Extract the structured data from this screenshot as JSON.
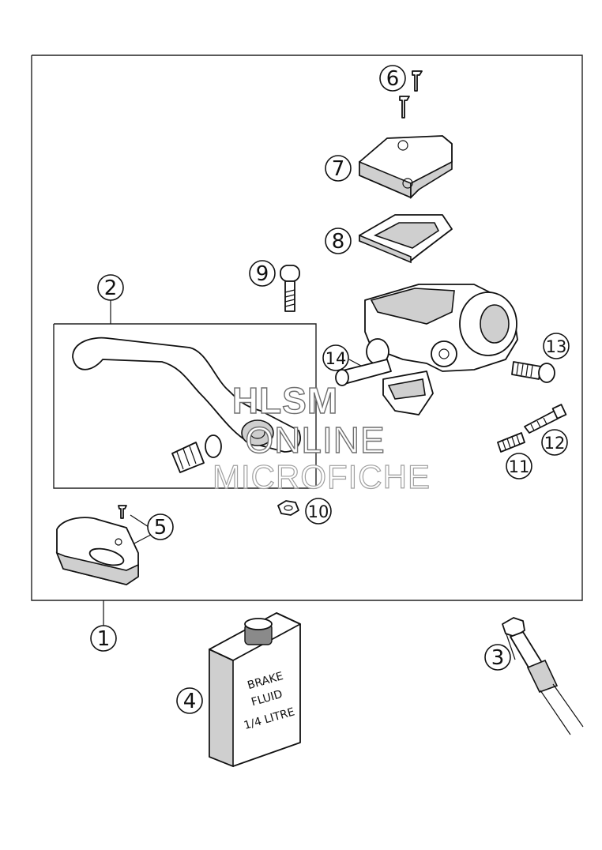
{
  "callouts": {
    "c1": "1",
    "c2": "2",
    "c3": "3",
    "c4": "4",
    "c5": "5",
    "c6": "6",
    "c7": "7",
    "c8": "8",
    "c9": "9",
    "c10": "10",
    "c11": "11",
    "c12": "12",
    "c13": "13",
    "c14": "14"
  },
  "bottle": {
    "line1": "BRAKE",
    "line2": "FLUID",
    "line3": "1/4 LITRE"
  },
  "watermark": {
    "line1": "HLSM",
    "line2": "ONLINE",
    "line3": "MICROFICHE"
  },
  "colors": {
    "ink": "#111111",
    "watermark": "#6f6f6f"
  }
}
